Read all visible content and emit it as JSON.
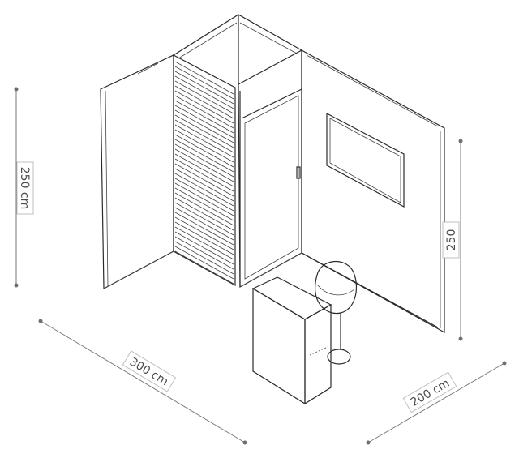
{
  "dimensions": {
    "height_left": "250 cm",
    "height_right": "250",
    "width_front": "300 cm",
    "depth_right": "200 cm"
  },
  "colors": {
    "line": "#2b2b2b",
    "dimension": "#7a7a7a",
    "label_border": "#bfbfbf"
  }
}
